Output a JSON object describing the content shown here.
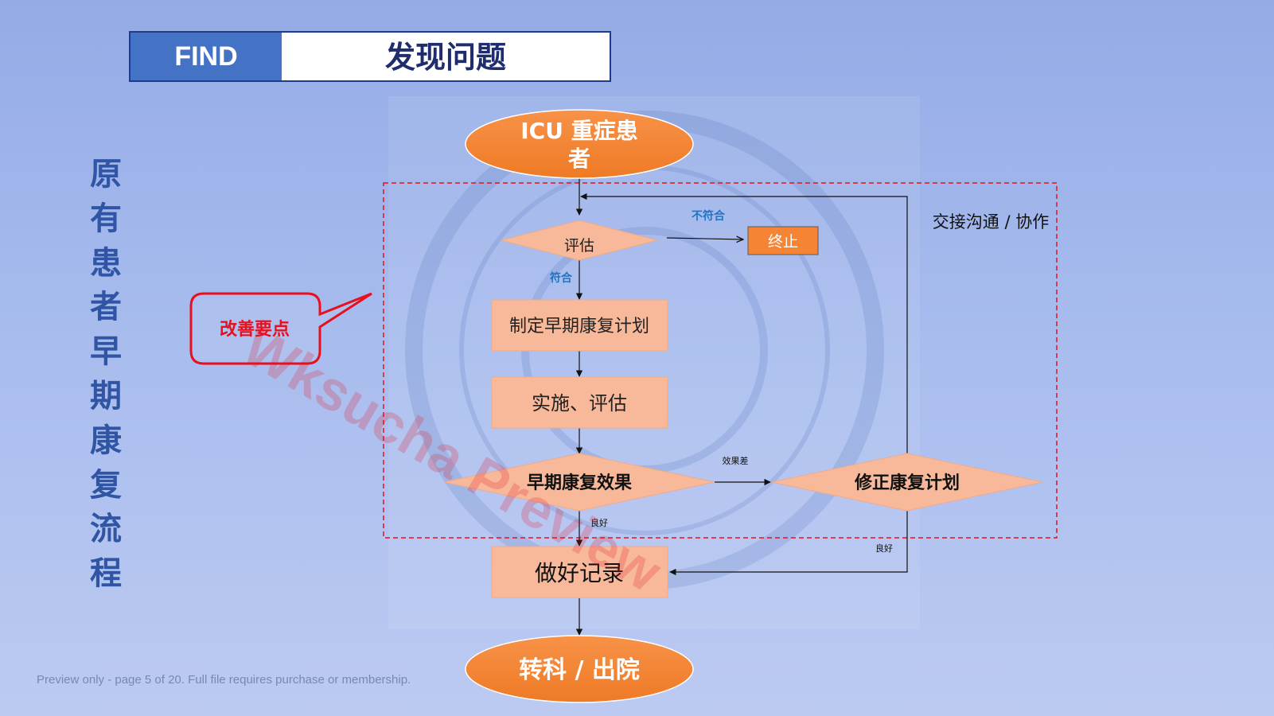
{
  "header": {
    "tag": "FIND",
    "title": "发现问题"
  },
  "side_title": "原\n有\n患\n者\n早\n期\n康\n复\n流\n程",
  "callout": "改善要点",
  "loop_label": "交接沟通 / 协作",
  "watermark": "Wksucha Preview",
  "footer": "Preview only - page 5 of 20. Full file requires purchase or membership.",
  "nodes": {
    "start_line1": "ICU 重症患",
    "start_line2": "者",
    "assess": "评估",
    "terminate": "终止",
    "plan": "制定早期康复计划",
    "implement": "实施、评估",
    "effect": "早期康复效果",
    "revise": "修正康复计划",
    "record": "做好记录",
    "end": "转科 / 出院"
  },
  "edge_labels": {
    "not_met": "不符合",
    "met": "符合",
    "poor": "效果差",
    "good_left": "良好",
    "good_right": "良好"
  },
  "colors": {
    "orange": "#f58434",
    "salmon": "#f7b99a",
    "blue_label": "#1f74c4",
    "red": "#e8101f",
    "navy": "#1f2d6e"
  }
}
